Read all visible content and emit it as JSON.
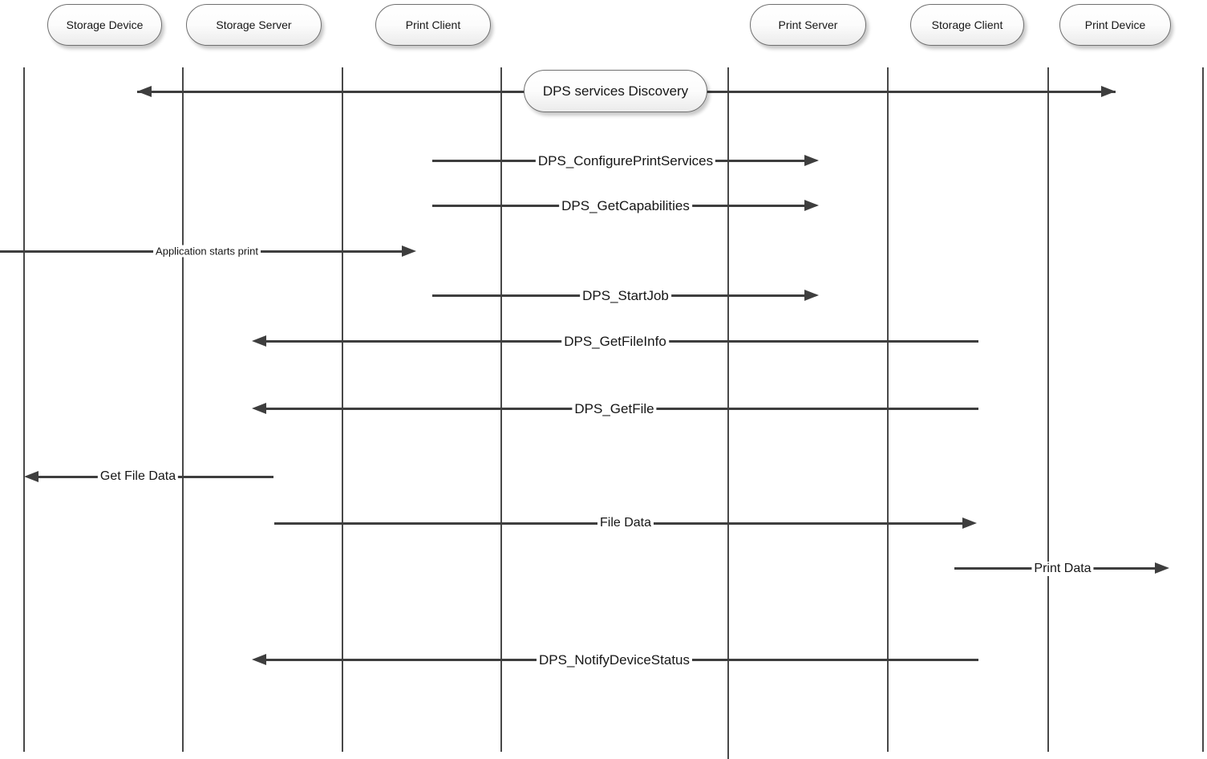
{
  "diagram": {
    "type": "sequence-diagram",
    "actors": [
      {
        "label": "Storage Device"
      },
      {
        "label": "Storage Server"
      },
      {
        "label": "Print Client"
      },
      {
        "label": "Print Server"
      },
      {
        "label": "Storage Client"
      },
      {
        "label": "Print Device"
      }
    ],
    "lifeline_count": 8,
    "messages": [
      {
        "label": "DPS services Discovery",
        "direction": "both",
        "style": "boxed-label"
      },
      {
        "label": "DPS_ConfigurePrintServices",
        "direction": "right"
      },
      {
        "label": "DPS_GetCapabilities",
        "direction": "right"
      },
      {
        "label": "Application starts print",
        "direction": "right"
      },
      {
        "label": "DPS_StartJob",
        "direction": "right"
      },
      {
        "label": "DPS_GetFileInfo",
        "direction": "left"
      },
      {
        "label": "DPS_GetFile",
        "direction": "left"
      },
      {
        "label": "Get File Data",
        "direction": "left"
      },
      {
        "label": "File Data",
        "direction": "right"
      },
      {
        "label": "Print Data",
        "direction": "right"
      },
      {
        "label": "DPS_NotifyDeviceStatus",
        "direction": "left"
      }
    ],
    "colors": {
      "background": "#ffffff",
      "arrow": "#3e3e3e",
      "lifeline": "#484848",
      "shape_border": "#6f6f6f",
      "shape_fill_top": "#ffffff",
      "shape_fill_bottom": "#ebebeb",
      "text": "#161616"
    }
  }
}
